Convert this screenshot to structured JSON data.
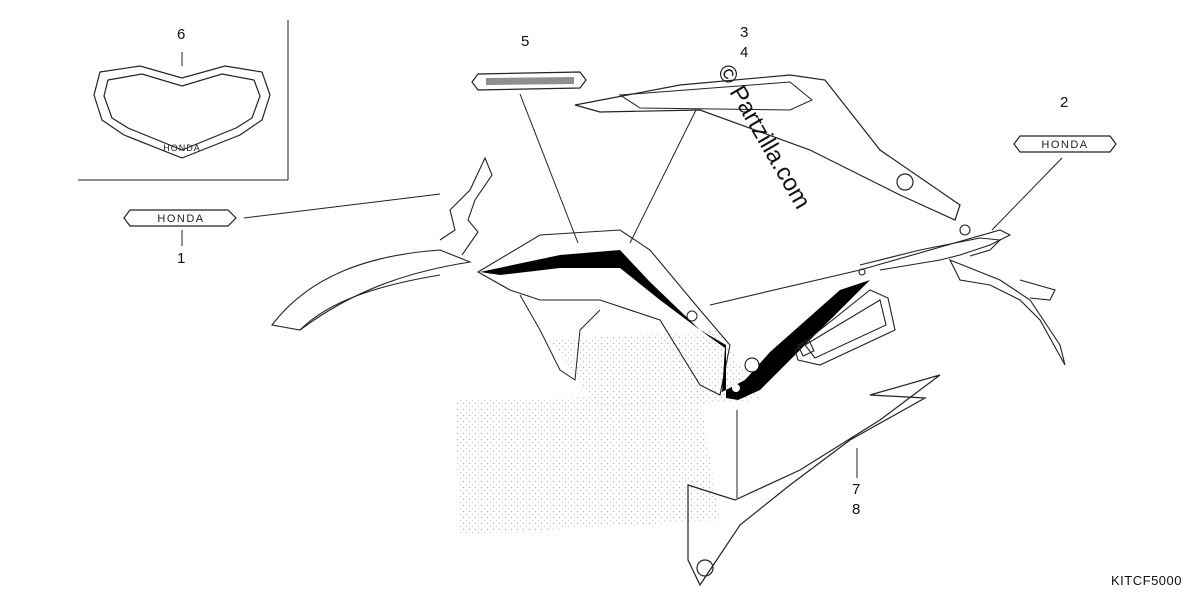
{
  "diagram": {
    "part_labels": [
      "1",
      "2",
      "3",
      "4",
      "5",
      "6",
      "7",
      "8"
    ],
    "emblem_text": "HONDA",
    "watermark": "© Partzilla.com",
    "catalog_code": "KITCF5000",
    "colors": {
      "line": "#1a1a1a",
      "fill": "#000000",
      "background": "#ffffff"
    }
  }
}
